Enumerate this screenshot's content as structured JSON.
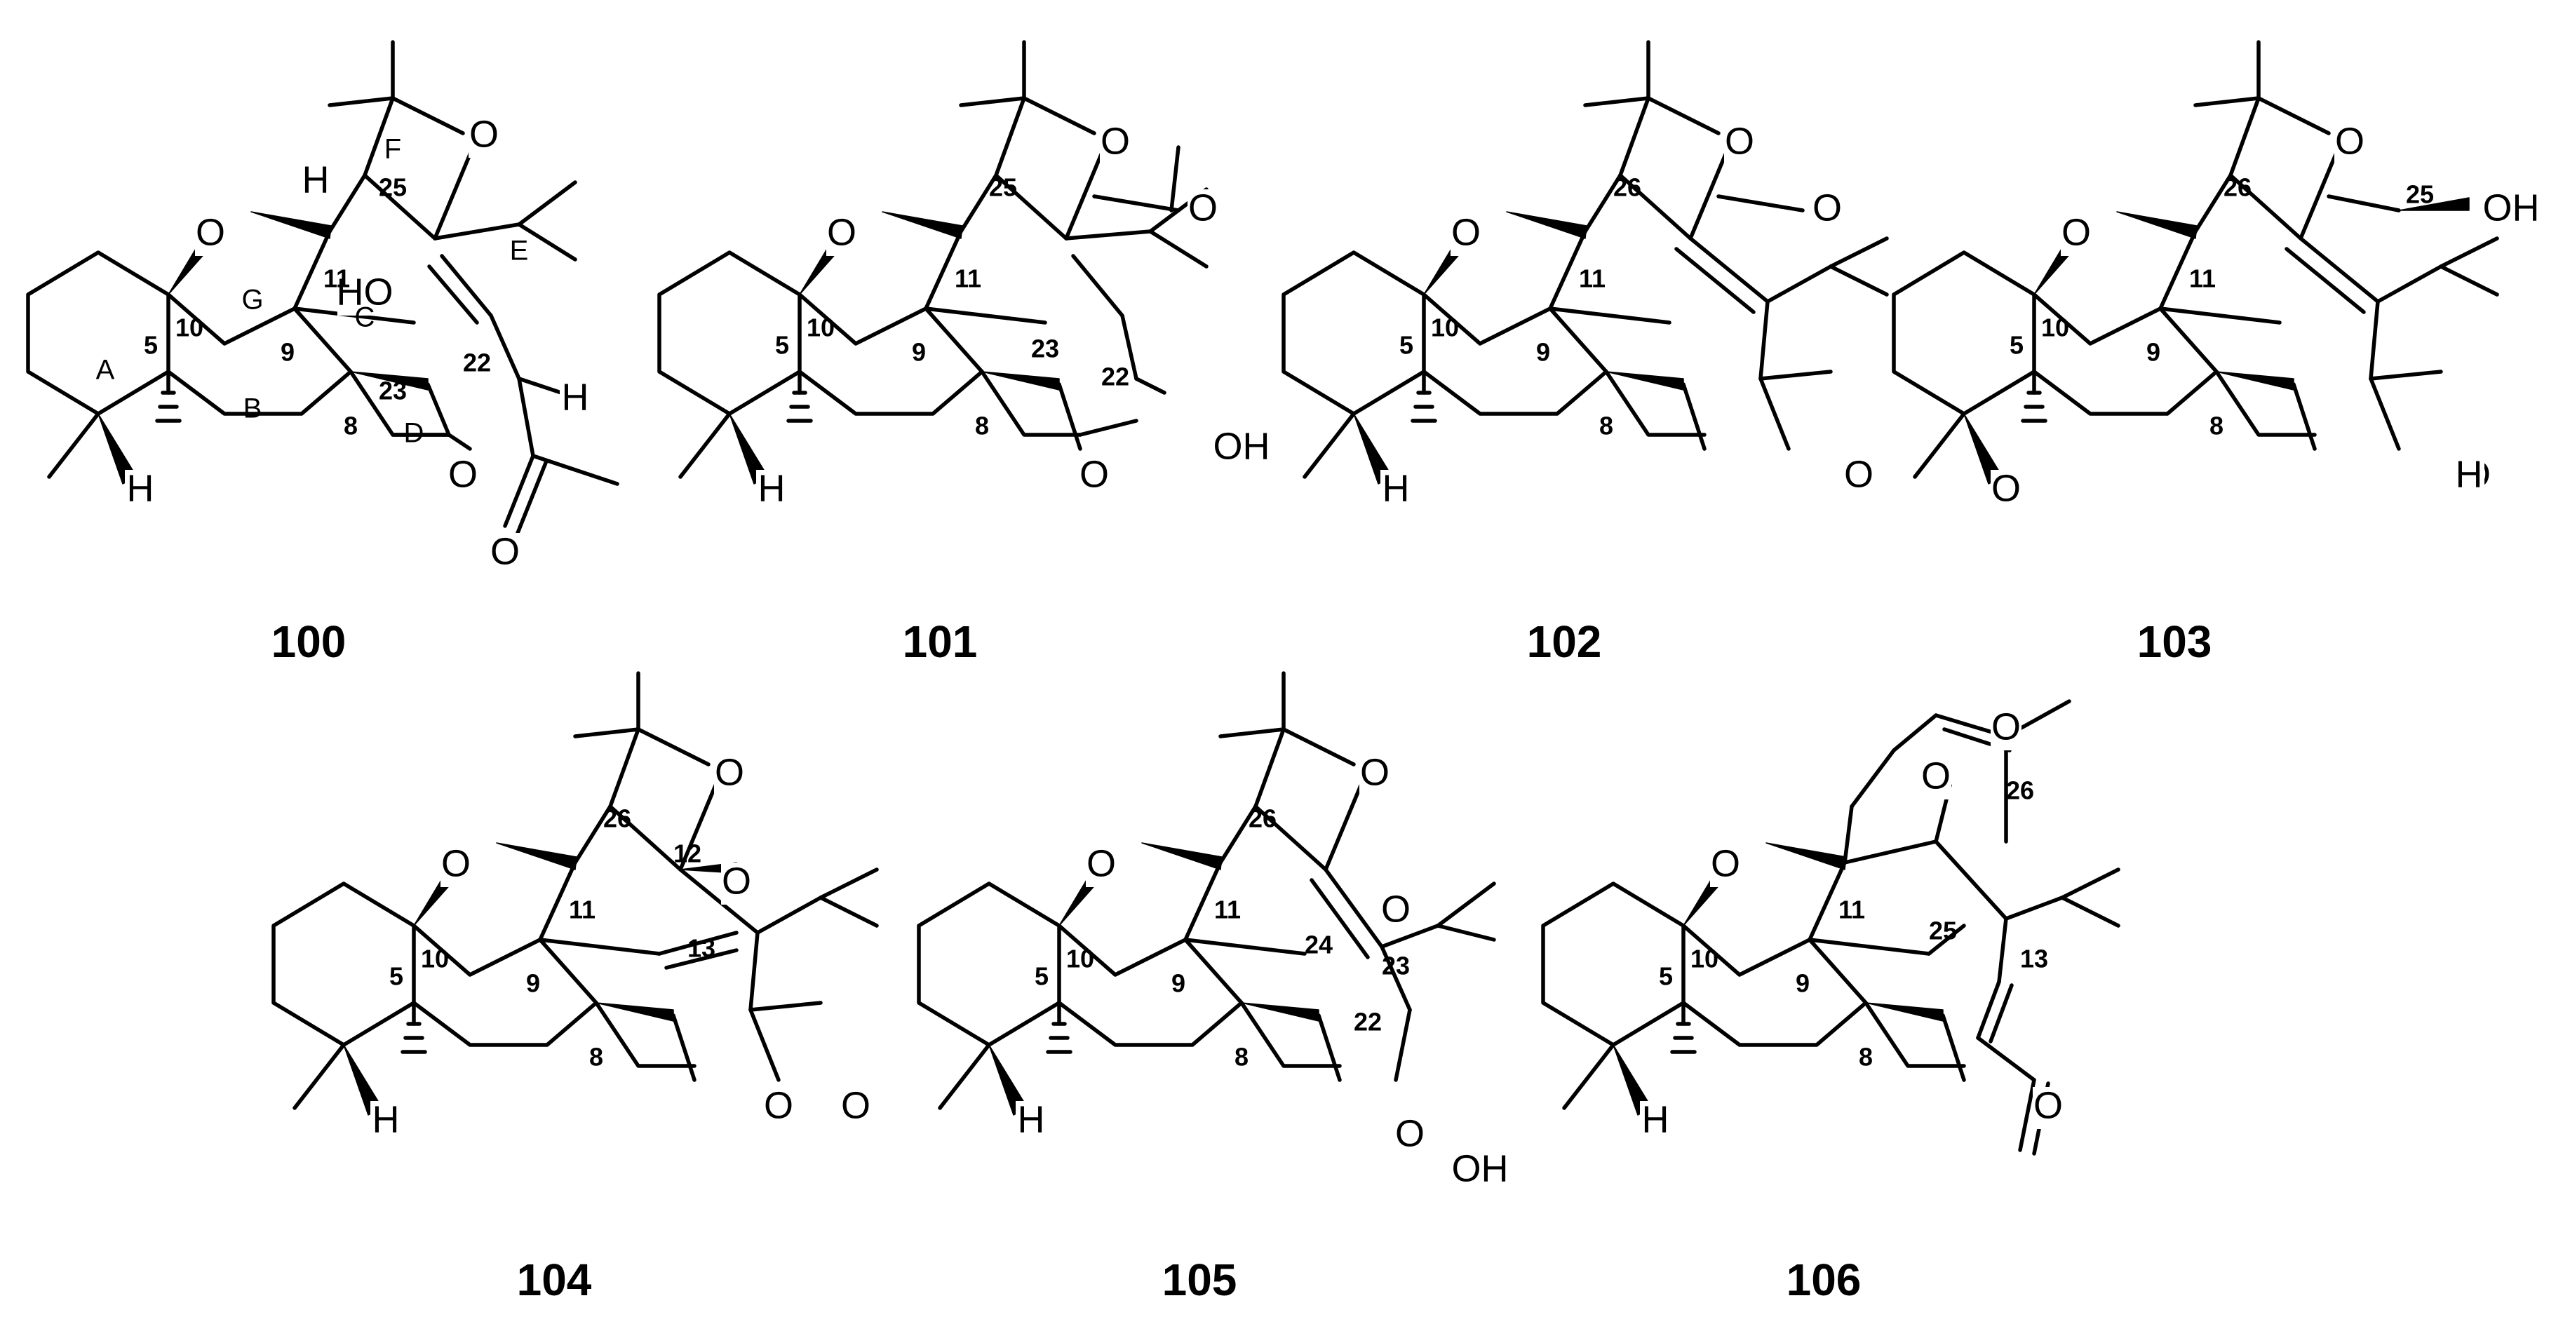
{
  "compounds": [
    {
      "id": "100",
      "atom_labels": [
        "O",
        "O",
        "HO",
        "O",
        "O",
        "H",
        "H",
        "H"
      ],
      "locants": [
        "25",
        "11",
        "10",
        "9",
        "23",
        "5",
        "22",
        "8"
      ],
      "ring_labels": [
        "F",
        "G",
        "C",
        "E",
        "A",
        "B",
        "D"
      ]
    },
    {
      "id": "101",
      "atom_labels": [
        "O",
        "O",
        "O",
        "O",
        "OH",
        "H"
      ],
      "locants": [
        "25",
        "11",
        "10",
        "9",
        "23",
        "5",
        "22",
        "8"
      ]
    },
    {
      "id": "102",
      "atom_labels": [
        "O",
        "O",
        "O",
        "O",
        "H"
      ],
      "locants": [
        "26",
        "11",
        "10",
        "9",
        "5",
        "8"
      ]
    },
    {
      "id": "103",
      "atom_labels": [
        "O",
        "O",
        "OH",
        "O",
        "O",
        "H"
      ],
      "locants": [
        "26",
        "25",
        "11",
        "10",
        "9",
        "5",
        "8"
      ]
    },
    {
      "id": "104",
      "atom_labels": [
        "O",
        "O",
        "O",
        "O",
        "O",
        "H"
      ],
      "locants": [
        "26",
        "11",
        "12",
        "10",
        "9",
        "13",
        "5",
        "8"
      ]
    },
    {
      "id": "105",
      "atom_labels": [
        "O",
        "O",
        "O",
        "O",
        "OH",
        "H"
      ],
      "locants": [
        "26",
        "11",
        "10",
        "9",
        "24",
        "23",
        "5",
        "22",
        "8"
      ]
    },
    {
      "id": "106",
      "atom_labels": [
        "O",
        "O",
        "O",
        "O",
        "H"
      ],
      "locants": [
        "26",
        "11",
        "10",
        "9",
        "25",
        "13",
        "5",
        "8"
      ]
    }
  ]
}
